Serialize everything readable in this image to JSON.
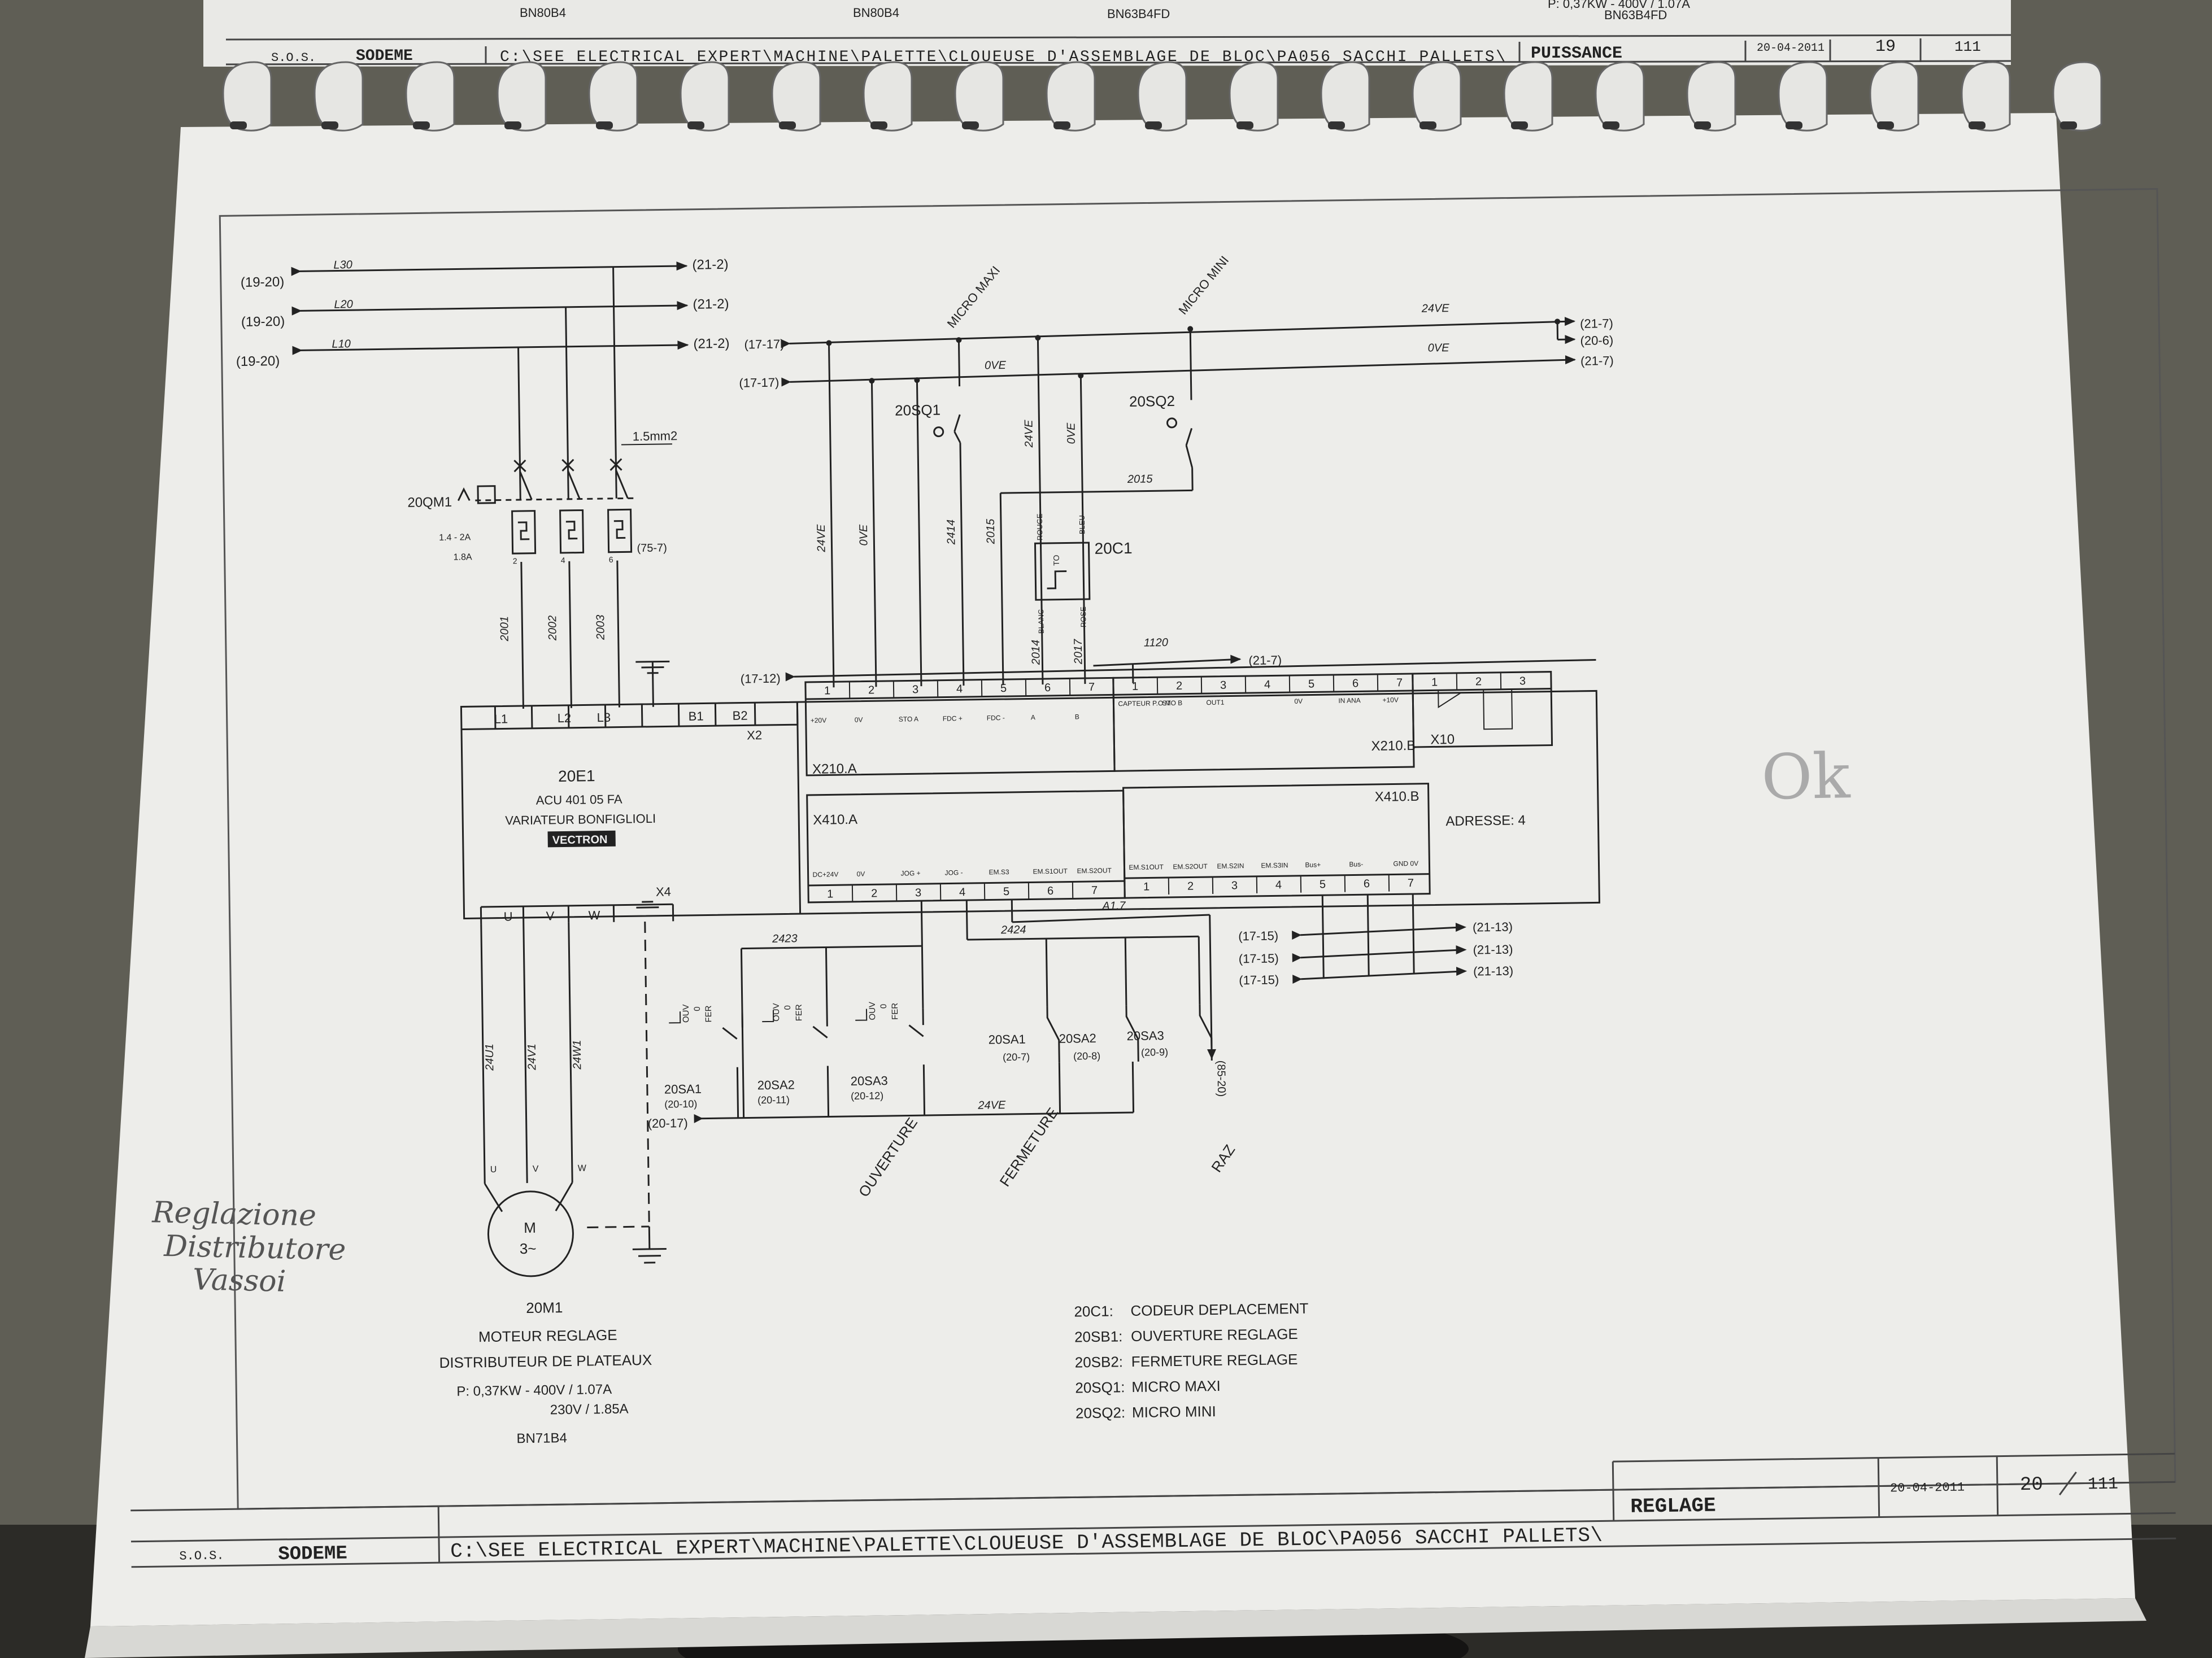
{
  "prev_page": {
    "left_code_1": "BN80B4",
    "left_code_2": "BN80B4",
    "mid_note": "BN63B4FD",
    "right_note": "P: 0,37KW - 400V / 1.07A",
    "right_code": "BN63B4FD",
    "company": "SODEME",
    "sos": "S.O.S.",
    "path": "C:\\SEE ELECTRICAL EXPERT\\MACHINE\\PALETTE\\CLOUEUSE D'ASSEMBLAGE DE BLOC\\PA056 SACCHI PALLETS\\",
    "section": "PUISSANCE",
    "date": "20-04-2011",
    "page": "19",
    "total": "111"
  },
  "title_block": {
    "sos": "S.O.S.",
    "company": "SODEME",
    "path": "C:\\SEE ELECTRICAL EXPERT\\MACHINE\\PALETTE\\CLOUEUSE D'ASSEMBLAGE DE BLOC\\PA056 SACCHI PALLETS\\",
    "section": "REGLAGE",
    "date": "20-04-2011",
    "page": "20",
    "total": "111"
  },
  "power": {
    "in_refs": [
      "(19-20)",
      "(19-20)",
      "(19-20)"
    ],
    "line_names": [
      "L30",
      "L20",
      "L10"
    ],
    "out_refs": [
      "(21-2)",
      "(21-2)",
      "(21-2)"
    ],
    "cable": "1.5mm2",
    "breaker": "20QM1",
    "breaker_range": "1.4 - 2A",
    "breaker_set": "1.8A",
    "breaker_ref": "(75-7)",
    "wires": [
      "2001",
      "2002",
      "2003"
    ],
    "pins": [
      "2",
      "4",
      "6"
    ]
  },
  "control": {
    "ref_17_17_a": "(17-17)",
    "ref_17_17_b": "(17-17)",
    "ref_17_12": "(17-12)",
    "v24": "24VE",
    "v0": "0VE",
    "out_21_7_a": "(21-7)",
    "out_20_6": "(20-6)",
    "out_21_7_b": "(21-7)",
    "out_21_7_c": "(21-7)",
    "micro_maxi": "MICRO MAXI",
    "micro_mini": "MICRO MINI",
    "sq1": "20SQ1",
    "sq2": "20SQ2",
    "w2414": "2414",
    "w2015": "2015",
    "w2014": "2014",
    "w2017": "2017",
    "w1120": "1120",
    "encoder": "20C1",
    "enc_rouge": "ROUGE",
    "enc_bleu": "BLEU",
    "enc_blanc": "BLANC",
    "enc_rose": "ROSE",
    "enc_to": "TO"
  },
  "drive": {
    "id": "20E1",
    "model": "ACU 401 05 FA",
    "desc": "VARIATEUR BONFIGLIOLI",
    "brand": "VECTRON",
    "top_terms": [
      "L1",
      "L2",
      "L3",
      "",
      "B1",
      "B2"
    ],
    "x2": "X2",
    "x4": "X4",
    "bottom_terms": [
      "U",
      "V",
      "W"
    ],
    "x210a": "X210.A",
    "x210a_nums": [
      "1",
      "2",
      "3",
      "4",
      "5",
      "6",
      "7"
    ],
    "x210a_labels": [
      "+20V",
      "0V",
      "STO A",
      "FDC +",
      "FDC -",
      "A",
      "B"
    ],
    "x210b": "X210.B",
    "x210b_nums": [
      "1",
      "2",
      "3",
      "4",
      "5",
      "6",
      "7"
    ],
    "x210b_labels": [
      "CAPTEUR P.O.M",
      "STO B",
      "OUT1",
      "",
      "0V",
      "IN ANA",
      "+10V"
    ],
    "x10": "X10",
    "x10_nums": [
      "1",
      "2",
      "3"
    ],
    "x410a": "X410.A",
    "x410a_nums": [
      "1",
      "2",
      "3",
      "4",
      "5",
      "6",
      "7"
    ],
    "x410a_labels": [
      "DC+24V",
      "0V",
      "JOG +",
      "JOG -",
      "EM.S3",
      "EM.S1OUT",
      "EM.S2OUT"
    ],
    "x410b": "X410.B",
    "x410b_nums": [
      "1",
      "2",
      "3",
      "4",
      "5",
      "6",
      "7"
    ],
    "x410b_labels": [
      "EM.S1OUT",
      "EM.S2OUT",
      "EM.S2IN",
      "EM.S3IN",
      "Bus+",
      "Bus-",
      "GND 0V"
    ],
    "address": "ADRESSE:  4"
  },
  "bottom": {
    "w2423": "2423",
    "w2424": "2424",
    "a17": "A1.7",
    "bus_in": [
      "(17-15)",
      "(17-15)",
      "(17-15)"
    ],
    "bus_out": [
      "(21-13)",
      "(21-13)",
      "(21-13)"
    ],
    "ouv": "OUV",
    "fer": "FER",
    "zero": "0",
    "sel1": "20SA1",
    "sel1_ref": "(20-10)",
    "sel2": "20SA2",
    "sel2_ref": "(20-11)",
    "sel3": "20SA3",
    "sel3_ref": "(20-12)",
    "ref_20_17": "(20-17)",
    "v24": "24VE",
    "c1": "20SA1",
    "c1_ref": "(20-7)",
    "c2": "20SA2",
    "c2_ref": "(20-8)",
    "c3": "20SA3",
    "c3_ref": "(20-9)",
    "ref_85_20": "(85-20)",
    "ouverture": "OUVERTURE",
    "fermeture": "FERMETURE",
    "raz": "RAZ"
  },
  "motor": {
    "wires": [
      "24U1",
      "24V1",
      "24W1"
    ],
    "term": [
      "U",
      "V",
      "W"
    ],
    "symbol": "M",
    "phase": "3~",
    "id": "20M1",
    "line1": "MOTEUR REGLAGE",
    "line2": "DISTRIBUTEUR DE PLATEAUX",
    "line3": "P: 0,37KW - 400V / 1.07A",
    "line4": "230V / 1.85A",
    "code": "BN71B4"
  },
  "legend": [
    {
      "code": "20C1:",
      "text": "CODEUR DEPLACEMENT"
    },
    {
      "code": "20SB1:",
      "text": "OUVERTURE REGLAGE"
    },
    {
      "code": "20SB2:",
      "text": "FERMETURE REGLAGE"
    },
    {
      "code": "20SQ1:",
      "text": "MICRO MAXI"
    },
    {
      "code": "20SQ2:",
      "text": "MICRO MINI"
    }
  ],
  "handwriting": {
    "ok": "Ok",
    "note1": "Reglazione",
    "note2": "Distributore",
    "note3": "Vassoi"
  }
}
